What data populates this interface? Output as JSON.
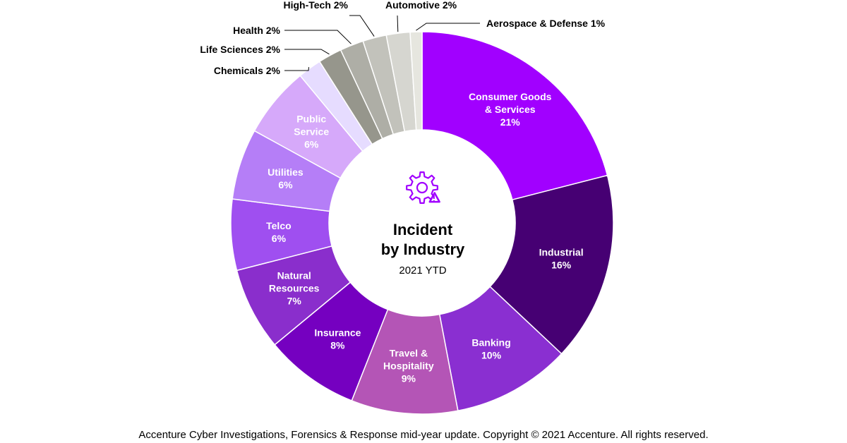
{
  "chart_data": {
    "type": "pie",
    "title": "Incident by Industry",
    "subtitle": "2021 YTD",
    "title_lines": [
      "Incident",
      "by Industry"
    ],
    "center_icon": "gear-warning-icon",
    "slices": [
      {
        "label": "Consumer Goods & Services",
        "value": 21,
        "value_label": "21%",
        "lines": [
          "Consumer Goods",
          "& Services",
          "21%"
        ],
        "color": "#a100ff",
        "placement": "inside"
      },
      {
        "label": "Industrial",
        "value": 16,
        "value_label": "16%",
        "lines": [
          "Industrial",
          "16%"
        ],
        "color": "#460073",
        "placement": "inside"
      },
      {
        "label": "Banking",
        "value": 10,
        "value_label": "10%",
        "lines": [
          "Banking",
          "10%"
        ],
        "color": "#8a2fd1",
        "placement": "inside"
      },
      {
        "label": "Travel & Hospitality",
        "value": 9,
        "value_label": "9%",
        "lines": [
          "Travel &",
          "Hospitality",
          "9%"
        ],
        "color": "#b455b6",
        "placement": "inside"
      },
      {
        "label": "Insurance",
        "value": 8,
        "value_label": "8%",
        "lines": [
          "Insurance",
          "8%"
        ],
        "color": "#7500c0",
        "placement": "inside"
      },
      {
        "label": "Natural Resources",
        "value": 7,
        "value_label": "7%",
        "lines": [
          "Natural",
          "Resources",
          "7%"
        ],
        "color": "#8a2ecc",
        "placement": "inside"
      },
      {
        "label": "Telco",
        "value": 6,
        "value_label": "6%",
        "lines": [
          "Telco",
          "6%"
        ],
        "color": "#9f4ff0",
        "placement": "inside"
      },
      {
        "label": "Utilities",
        "value": 6,
        "value_label": "6%",
        "lines": [
          "Utilities",
          "6%"
        ],
        "color": "#b57ef7",
        "placement": "inside"
      },
      {
        "label": "Public Service",
        "value": 6,
        "value_label": "6%",
        "lines": [
          "Public",
          "Service",
          "6%"
        ],
        "color": "#d6a9fa",
        "placement": "inside"
      },
      {
        "label": "Chemicals",
        "value": 2,
        "value_label": "2%",
        "lines": [
          "Chemicals 2%"
        ],
        "color": "#e6dcff",
        "placement": "outside"
      },
      {
        "label": "Life Sciences",
        "value": 2,
        "value_label": "2%",
        "lines": [
          "Life Sciences 2%"
        ],
        "color": "#96968c",
        "placement": "outside"
      },
      {
        "label": "Health",
        "value": 2,
        "value_label": "2%",
        "lines": [
          "Health 2%"
        ],
        "color": "#aeaea6",
        "placement": "outside"
      },
      {
        "label": "High-Tech",
        "value": 2,
        "value_label": "2%",
        "lines": [
          "High-Tech 2%"
        ],
        "color": "#c2c2bb",
        "placement": "outside"
      },
      {
        "label": "Automotive",
        "value": 2,
        "value_label": "2%",
        "lines": [
          "Automotive 2%"
        ],
        "color": "#d6d6d0",
        "placement": "outside"
      },
      {
        "label": "Aerospace & Defense",
        "value": 1,
        "value_label": "1%",
        "lines": [
          "Aerospace & Defense 1%"
        ],
        "color": "#e6e6df",
        "placement": "outside"
      }
    ]
  },
  "colors": {
    "accent": "#a100ff",
    "center_fill": "#ffffff"
  },
  "footer": "Accenture Cyber Investigations, Forensics & Response mid-year update. Copyright © 2021 Accenture. All rights reserved."
}
